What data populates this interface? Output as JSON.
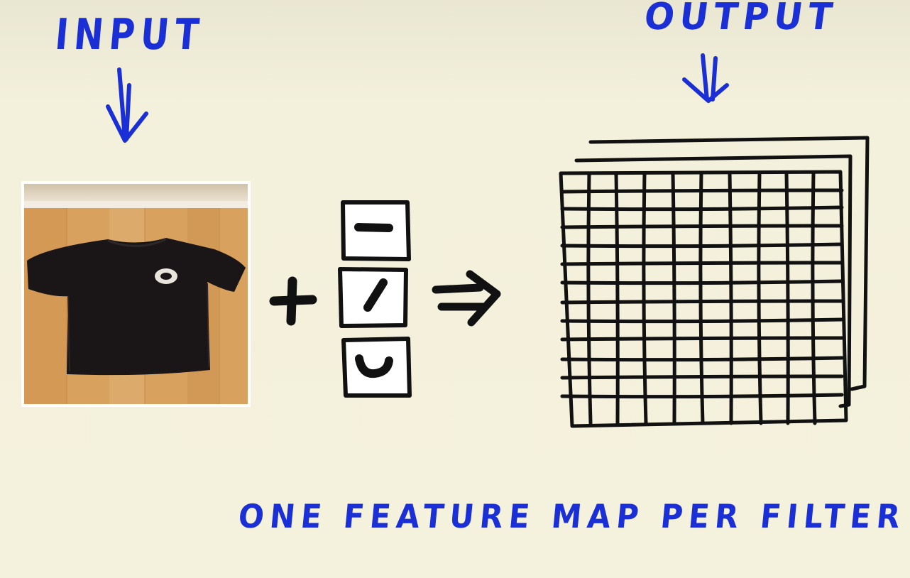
{
  "labels": {
    "input": "INPUT",
    "output": "OUTPUT",
    "caption": "ONE FEATURE MAP PER FILTER"
  },
  "colors": {
    "ink_blue": "#1a2fd6",
    "ink_black": "#111111",
    "paper": "#f4f1dc",
    "wood": "#d9a560",
    "shirt": "#1a1617"
  },
  "icons": {
    "input_arrow": "double-down-arrow-icon",
    "output_arrow": "double-down-arrow-icon",
    "plus": "plus-icon",
    "implies": "double-right-arrow-icon"
  },
  "filters": [
    "horizontal-line",
    "diagonal-line",
    "curve"
  ],
  "feature_maps": 3
}
